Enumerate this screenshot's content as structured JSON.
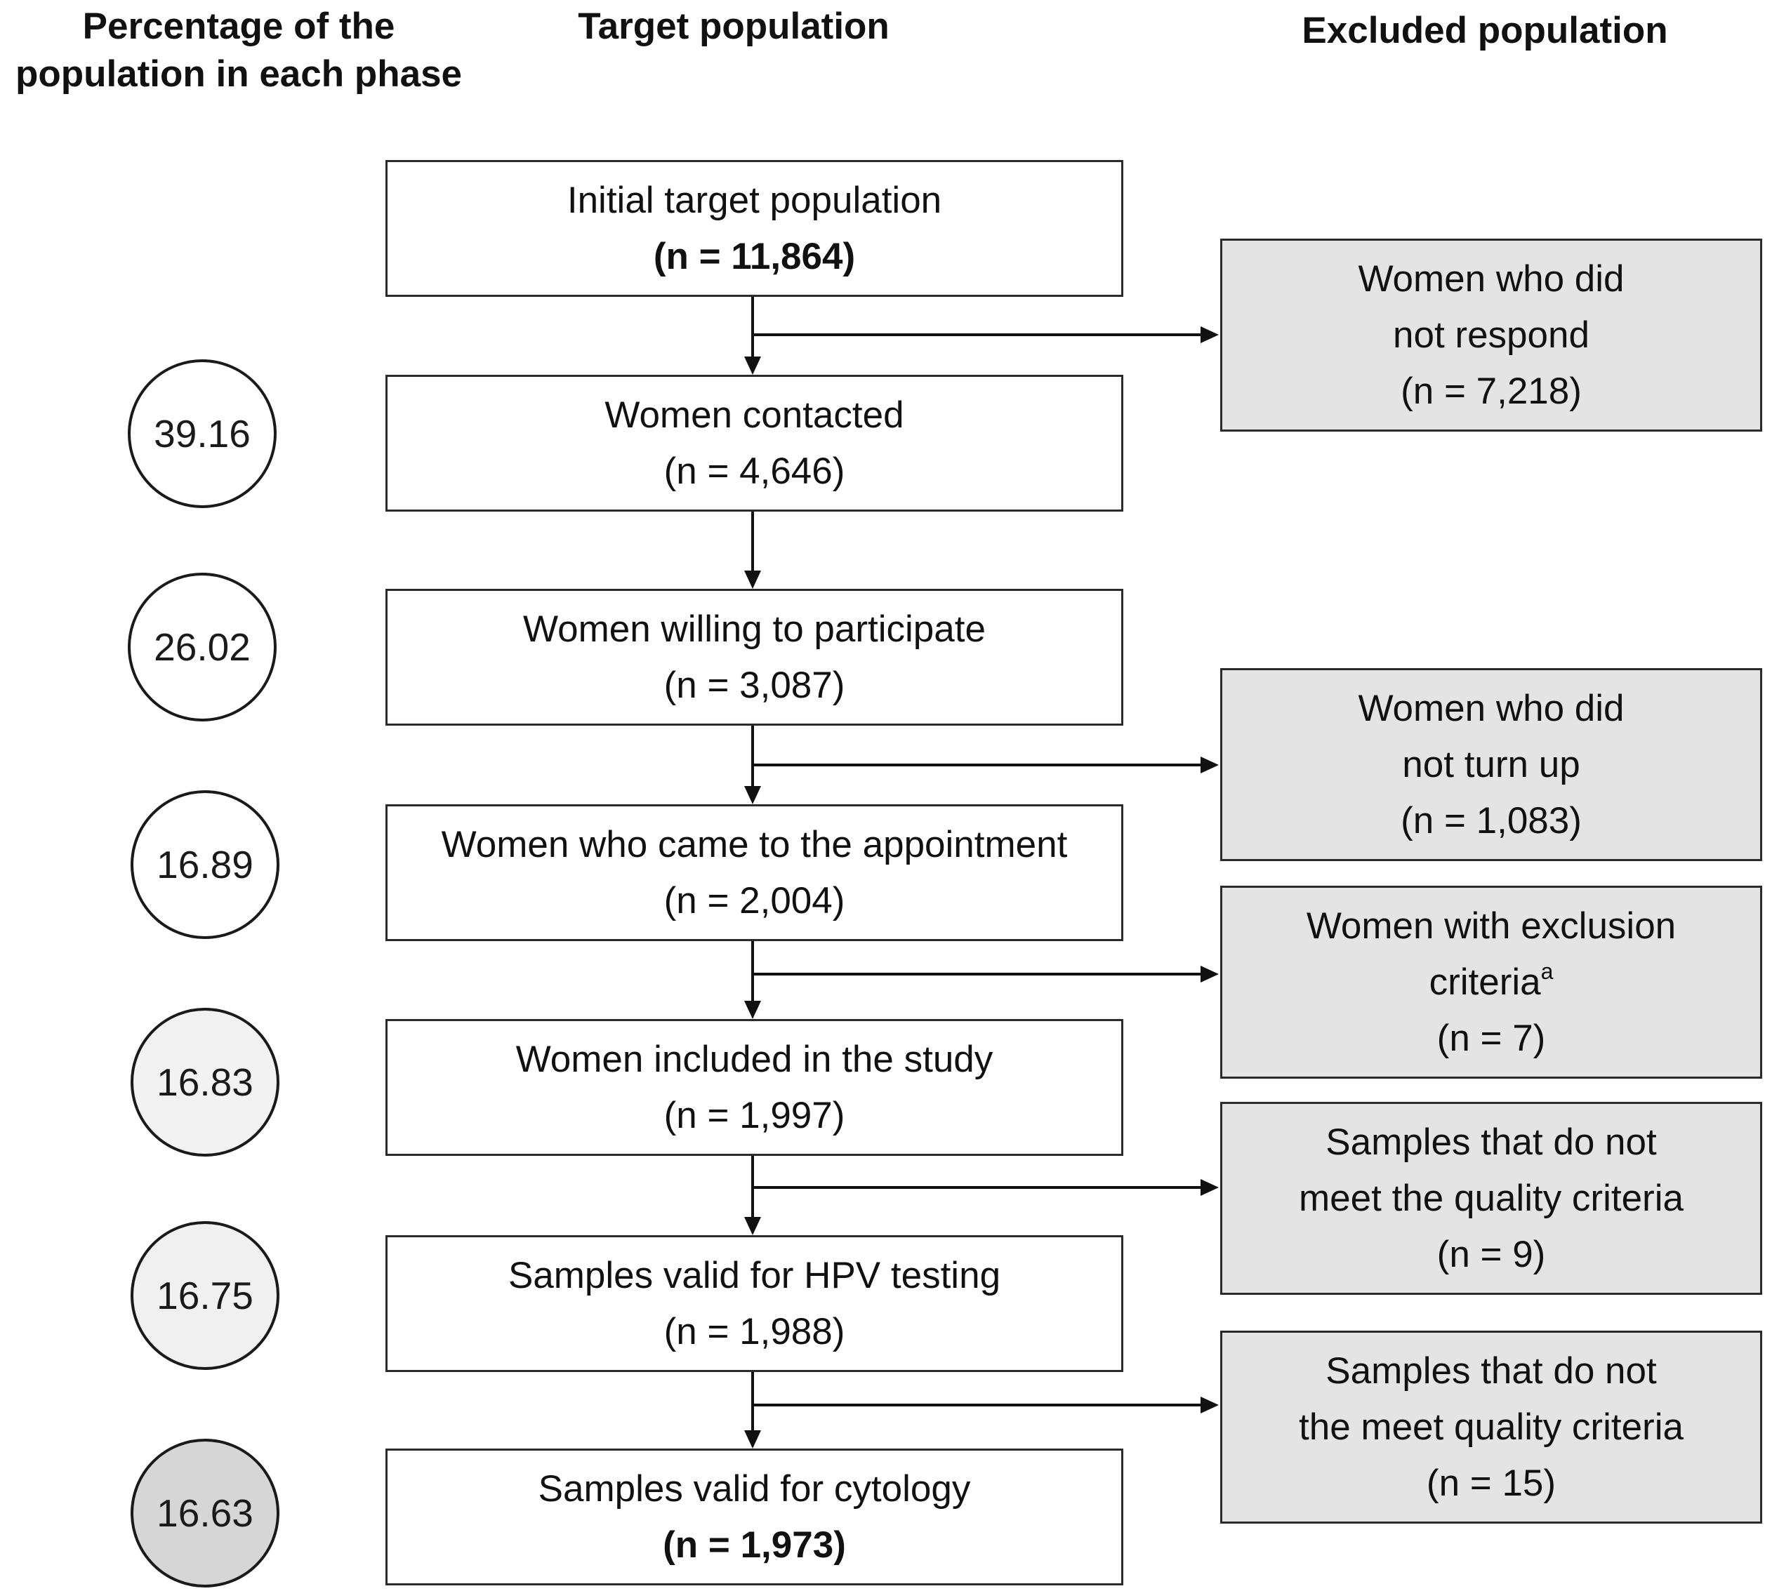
{
  "headers": {
    "percentage": "Percentage of the population in each phase",
    "target": "Target population",
    "excluded": "Excluded population"
  },
  "main_boxes": [
    {
      "label": "Initial target population",
      "count": "(n = 11,864)"
    },
    {
      "label": "Women contacted",
      "count": "(n = 4,646)"
    },
    {
      "label": "Women willing to participate",
      "count": "(n = 3,087)"
    },
    {
      "label": "Women who came to the appointment",
      "count": "(n = 2,004)"
    },
    {
      "label": "Women included in the study",
      "count": "(n = 1,997)"
    },
    {
      "label": "Samples valid for HPV testing",
      "count": "(n = 1,988)"
    },
    {
      "label": "Samples valid for cytology",
      "count": "(n = 1,973)"
    }
  ],
  "percentages": [
    "39.16",
    "26.02",
    "16.89",
    "16.83",
    "16.75",
    "16.63"
  ],
  "excluded_boxes": [
    {
      "line1": "Women who did",
      "line2": "not respond",
      "count": "(n = 7,218)"
    },
    {
      "line1": "Women who did",
      "line2": "not turn up",
      "count": "(n = 1,083)"
    },
    {
      "line1": "Women with exclusion",
      "line2": "criteria",
      "superscript": "a",
      "count": "(n = 7)"
    },
    {
      "line1": "Samples that do not",
      "line2": "meet the quality criteria",
      "count": "(n = 9)"
    },
    {
      "line1": "Samples that do not",
      "line2": "the meet quality criteria",
      "count": "(n = 15)"
    }
  ],
  "colors": {
    "box_border": "#2b2b2b",
    "excluded_fill": "#e4e4e4",
    "circle_fills": [
      "#ffffff",
      "#ffffff",
      "#ffffff",
      "#f2f2f2",
      "#f0f0f0",
      "#d6d6d6"
    ]
  }
}
